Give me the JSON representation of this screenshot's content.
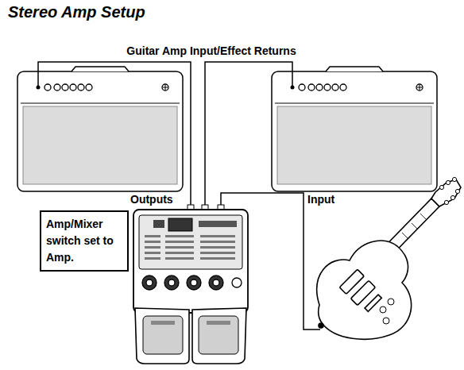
{
  "diagram": {
    "title": "Stereo Amp Setup",
    "nodes": [
      {
        "text": [
          "Amp/Mixer switch set to Amp."
        ]
      }
    ],
    "labels": [
      "Guitar Amp Input/Effect Returns",
      "Outputs",
      "Input"
    ]
  }
}
